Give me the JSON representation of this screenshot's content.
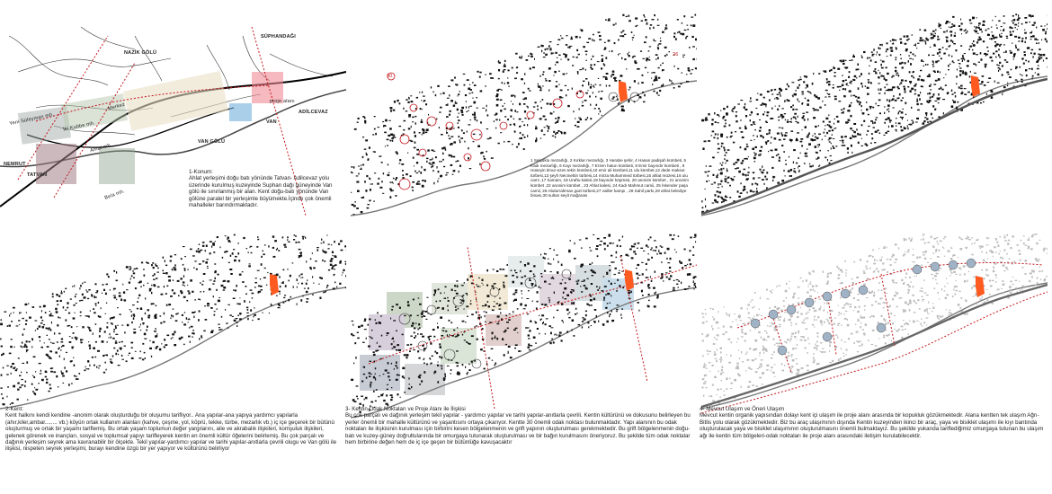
{
  "panel1": {
    "labels": {
      "nazik_golu": "NAZİK GÖLÜ",
      "suphandagi": "SÜPHANDAĞI",
      "adilcevaz": "ADİLCEVAZ",
      "van": "VAN",
      "van_golu": "VAN GÖLÜ",
      "nemrut": "NEMRUT",
      "tatvan": "TATVAN",
      "proje_alani": "proje alanı",
      "yeni_suleyman": "Yeni Süleyman mh.",
      "iki_kubbe": "İki Kubbe mh.",
      "merkez": "Merkez",
      "ahlat_mh": "Ahlat mh.",
      "bela_mh": "Bela mh."
    },
    "caption_title": "1-Konum:",
    "caption_text": "Ahlat yerleşimi doğu batı yönünde Tatvan- Adilcevaz yolu üzerinde kurulmuş kuzeyinde Suphan dağı güneyinde Van gölü ile sınırlanmış bir alan. Kent doğu-batı yönünde Van gölüne paralel bir yerleşimle büyümekte.İçinde çok önemli mahalleler barındırmaktadır."
  },
  "panel2": {
    "markers": [
      "30",
      "26"
    ],
    "legend": "1 Selçuklu mezarlığı, 2 Kırklar mezarlığı, 3 Harabe şehir, 4 Hasan padişah kümbeti, 5 Kadı mezarlığı, 6 Kayı mezarlığı, 7 Erzen hatun kümbeti, 8 Emir bayındır kümbeti , 9 Hüseyin timur-ezen tekin kümbeti,10 emir ali kümbeti,11 ulu kümbet,12 dede maksut türbesi,13 şeyh Necmettin türbesi,14 mirza Muhammed türbesi,15 ahlat müzesi,16 ulu cami ,17 hamam, 18 Uraftu kalesi,19 bayındır köprüsü, 20 anonim kümbet , 21 anonim kümbet ,22 anonim kümbet , 23 Ahlat kalesi, 24 Kadı Mahmut camii, 25 İskender paşa camii, 26 Abdurrahman gazi türbesi,27 valiler kampı , 28 Sahil parkı,29 ahlat belediye binası,30 sultan seyit mağarası"
  },
  "panel4": {
    "caption_title": "2-Kent:",
    "caption_text": "Kent halkını kendi kendine -anonim olarak oluşturduğu bir oluşumu tarifliyor.. Ana yapılar-ana yapıya yardımcı yapılarla (ahır,kiler,ambar........ vb.) köyün ortak kullanım alanları (kahve, çeşme, yol, köprü, tekke, türbe, mezarlık vb.) iç içe geçerek bir bütünü oluşturmuş ve ortak bir yaşamı tariflemiş. Bu ortak yaşam toplumun değer yargılarını, aile ve akrabalık ilişkileri, komşuluk ilişkileri, gelenek görenek ve inançları, sosyal ve toplumsal yapıyı tarifleyerek kentin en önemli kültür öğelerini belirlemiş. Bu çok parçalı ve dağınık yerleşim seyrek ama kavranabilir bir ölçekte. Tekil yapılar-yardımcı yapılar ve tarihi yapılar-anıtlarla çevrili olugu ve Van gölü ile ilişkisi, nispeten seyrek yerleşimi, burayı kendine özgü bir yer yapıyor ve kültürünü belirliyor"
  },
  "panel5": {
    "caption_title": "3- Kentin Odak Noktaları ve Proje Alanı ile İlişkisi",
    "caption_text": "Bu çok parçalı ve dağınık yerleşim tekil yapılar - yardımcı yapılar ve tarihi yapılar-anıtlarla çevrili. Kentin kültürünü ve dokusunu belirleyen bu yerler önemli bir mahalle kültürünü ve yaşantısını ortaya çıkarıyor. Kentte 30 önemli odak noktası bulunmaktadır. Yapı alanının bu odak noktaları ile ilişkisinin kurulması için birbirini kesen bölgelenmenin ve grift yapının oluşturulması gerekmektedir. Bu grift bölgelenmenin doğu-batı ve kuzey-güney doğrultularında bir omurgaya tutunarak oluşturulması ve bir bağın kurulmasını öneriyoruz. Bu şekilde tüm odak noktalar hem birbirine değen hem de iç içe geçen bir bütünlüğe kavuşacaktır"
  },
  "panel6": {
    "caption_title": "4- Mevcut Ulaşım ve Öneri Ulaşım",
    "caption_text": "Mevcut kentin organik yapısından dolayı kent içi ulaşım ile proje alanı arasında bir kopukluk gözükmektedir. Alana kentten tek ulaşım Ağrı-Bitlis yolu olarak gözükmektedir. Biz bu araç ulaşımının dışında Kentin kuzeyinden ikinci bir araç, yaya ve bisiklet ulaşımı ile kıyı bantında oluşturulacak yaya ve bisiklet ulaşımının oluşturulmasını önemli bulmaktayız. Bu şekilde yukarıda tariflediğimiz omurgaya tutunan bu ulaşım ağı ile kentin tüm bölgeleri-odak noktaları ile proje alanı arasındaki iletişim kurulabilecektir."
  },
  "colors": {
    "accent": "#ff5a1f",
    "dash": "#c4161c",
    "shore": "#777777"
  }
}
